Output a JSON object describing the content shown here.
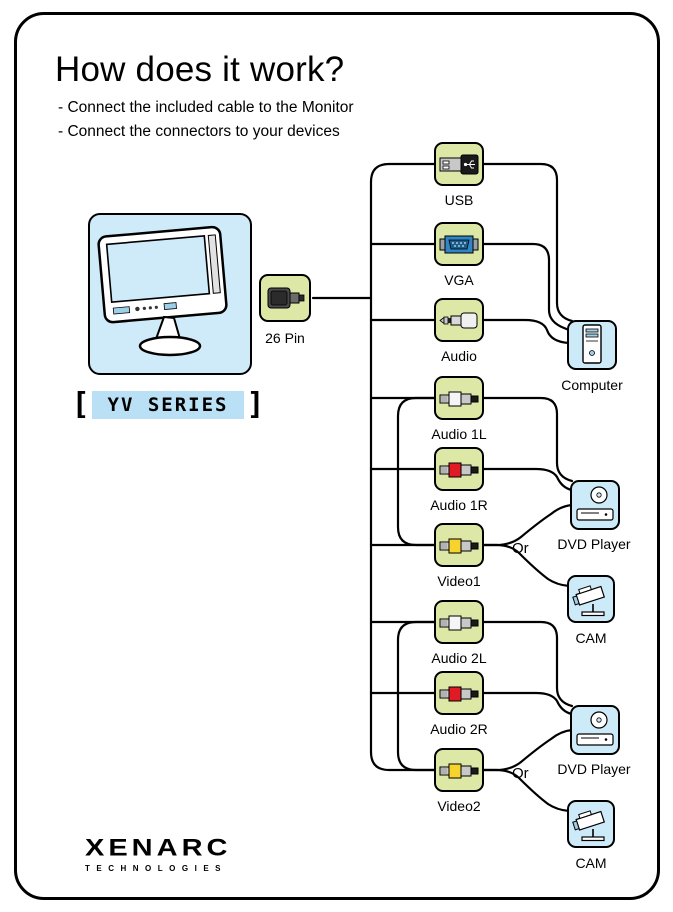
{
  "page": {
    "title": "How does it work?",
    "instructions": [
      "-  Connect the included cable to the Monitor",
      "-  Connect the connectors to your devices"
    ]
  },
  "monitor": {
    "series_label": "YV SERIES"
  },
  "cable": {
    "label": "26 Pin"
  },
  "connectors": [
    {
      "id": "usb",
      "label": "USB"
    },
    {
      "id": "vga",
      "label": "VGA"
    },
    {
      "id": "audio",
      "label": "Audio"
    },
    {
      "id": "audio-1l",
      "label": "Audio 1L"
    },
    {
      "id": "audio-1r",
      "label": "Audio 1R"
    },
    {
      "id": "video-1",
      "label": "Video1"
    },
    {
      "id": "audio-2l",
      "label": "Audio 2L"
    },
    {
      "id": "audio-2r",
      "label": "Audio 2R"
    },
    {
      "id": "video-2",
      "label": "Video2"
    }
  ],
  "devices": [
    {
      "id": "computer",
      "label": "Computer"
    },
    {
      "id": "dvd-player-1",
      "label": "DVD Player"
    },
    {
      "id": "cam-1",
      "label": "CAM"
    },
    {
      "id": "dvd-player-2",
      "label": "DVD Player"
    },
    {
      "id": "cam-2",
      "label": "CAM"
    }
  ],
  "or_labels": [
    "Or",
    "Or"
  ],
  "logo": {
    "name": "XENARC",
    "tagline": "TECHNOLOGIES"
  },
  "colors": {
    "connector_box": "#dde8a6",
    "device_box": "#cdeaf9",
    "line": "#000000",
    "rca_white": "#f5f5f5",
    "rca_red": "#e01b24",
    "rca_yellow": "#f6d32d",
    "vga_blue": "#2f86c4"
  }
}
